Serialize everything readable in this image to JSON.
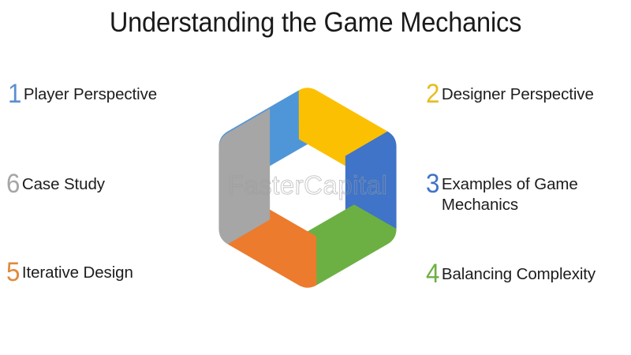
{
  "slide": {
    "title": "Understanding the Game Mechanics",
    "background_color": "#ffffff",
    "watermark": "FasterCapital"
  },
  "items": [
    {
      "number": "1",
      "label": "Player Perspective",
      "number_color": "#5b8fd1",
      "side": "left",
      "segment": "top-left"
    },
    {
      "number": "2",
      "label": "Designer Perspective",
      "number_color": "#e8bc1e",
      "side": "right",
      "segment": "top-right"
    },
    {
      "number": "3",
      "label": "Examples of Game Mechanics",
      "number_color": "#3f74c8",
      "side": "right",
      "segment": "right"
    },
    {
      "number": "4",
      "label": "Balancing Complexity",
      "number_color": "#6cb043",
      "side": "right",
      "segment": "bottom-right"
    },
    {
      "number": "5",
      "label": "Iterative Design",
      "number_color": "#e08a3c",
      "side": "left",
      "segment": "bottom-left"
    },
    {
      "number": "6",
      "label": "Case Study",
      "number_color": "#a6a6a6",
      "side": "left",
      "segment": "left"
    }
  ],
  "diagram": {
    "type": "pinwheel-hexagon",
    "segment_count": 6,
    "segments": [
      {
        "name": "top-left",
        "color": "#4f96d8"
      },
      {
        "name": "top-right",
        "color": "#fcc003"
      },
      {
        "name": "right",
        "color": "#3f74c8"
      },
      {
        "name": "bottom-right",
        "color": "#6cb043"
      },
      {
        "name": "bottom-left",
        "color": "#ec7b2e"
      },
      {
        "name": "left",
        "color": "#a6a6a6"
      }
    ]
  }
}
